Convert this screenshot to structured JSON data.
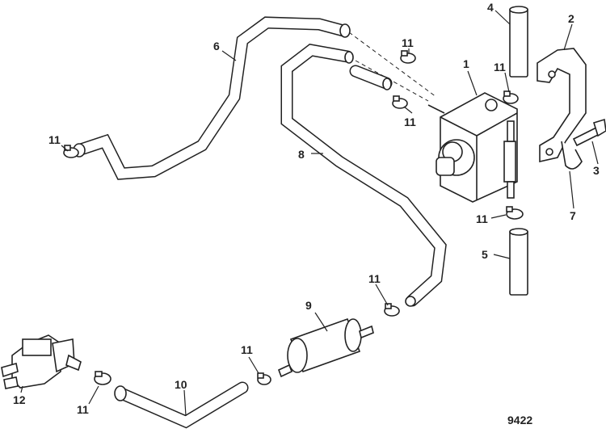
{
  "figure_id": "9422",
  "callouts": [
    {
      "id": "c1",
      "number": "1"
    },
    {
      "id": "c2",
      "number": "2"
    },
    {
      "id": "c3",
      "number": "3"
    },
    {
      "id": "c4",
      "number": "4"
    },
    {
      "id": "c5",
      "number": "5"
    },
    {
      "id": "c6",
      "number": "6"
    },
    {
      "id": "c7",
      "number": "7"
    },
    {
      "id": "c8",
      "number": "8"
    },
    {
      "id": "c9",
      "number": "9"
    },
    {
      "id": "c10",
      "number": "10"
    },
    {
      "id": "c11a",
      "number": "11"
    },
    {
      "id": "c11b",
      "number": "11"
    },
    {
      "id": "c11c",
      "number": "11"
    },
    {
      "id": "c11d",
      "number": "11"
    },
    {
      "id": "c11e",
      "number": "11"
    },
    {
      "id": "c11f",
      "number": "11"
    },
    {
      "id": "c11g",
      "number": "11"
    },
    {
      "id": "c11h",
      "number": "11"
    },
    {
      "id": "c12",
      "number": "12"
    }
  ],
  "parts": {
    "1": "fuel-pump",
    "2": "bracket",
    "3": "bolt",
    "4": "hose-short-top",
    "5": "hose-short-bottom",
    "6": "hose-long",
    "7": "j-clip",
    "8": "hose-loop",
    "9": "inline-fuel-filter",
    "10": "hose-bent",
    "11": "hose-clamp",
    "12": "fuel-connector"
  }
}
